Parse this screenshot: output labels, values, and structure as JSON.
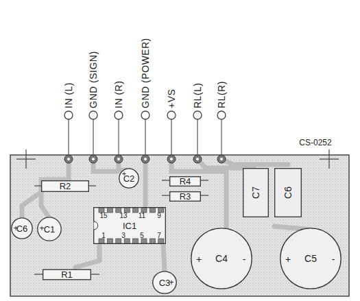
{
  "diagram": {
    "nodes": [
      {
        "text": [
          "R2"
        ]
      },
      {
        "text": [
          "C2"
        ]
      },
      {
        "text": [
          "R4"
        ]
      },
      {
        "text": [
          "R3"
        ]
      },
      {
        "text": [
          "C7"
        ]
      },
      {
        "text": [
          "C6"
        ]
      },
      {
        "text": [
          "C6"
        ]
      },
      {
        "text": [
          "C1"
        ]
      },
      {
        "text": [
          "IC1"
        ]
      },
      {
        "text": [
          "C4"
        ]
      },
      {
        "text": [
          "C5"
        ]
      },
      {
        "text": [
          "R1"
        ]
      },
      {
        "text": [
          "C3"
        ]
      }
    ],
    "edges": [],
    "labels": [
      "IN (L)",
      "GND (SIGN)",
      "IN (R)",
      "GND (POWER)",
      "+VS",
      "RL(L)",
      "RL(R)",
      "CS-0252",
      "15",
      "13",
      "11",
      "9",
      "1",
      "3",
      "5",
      "7",
      "+",
      "+",
      "+",
      "+",
      "+",
      "-",
      "+",
      "-"
    ]
  }
}
